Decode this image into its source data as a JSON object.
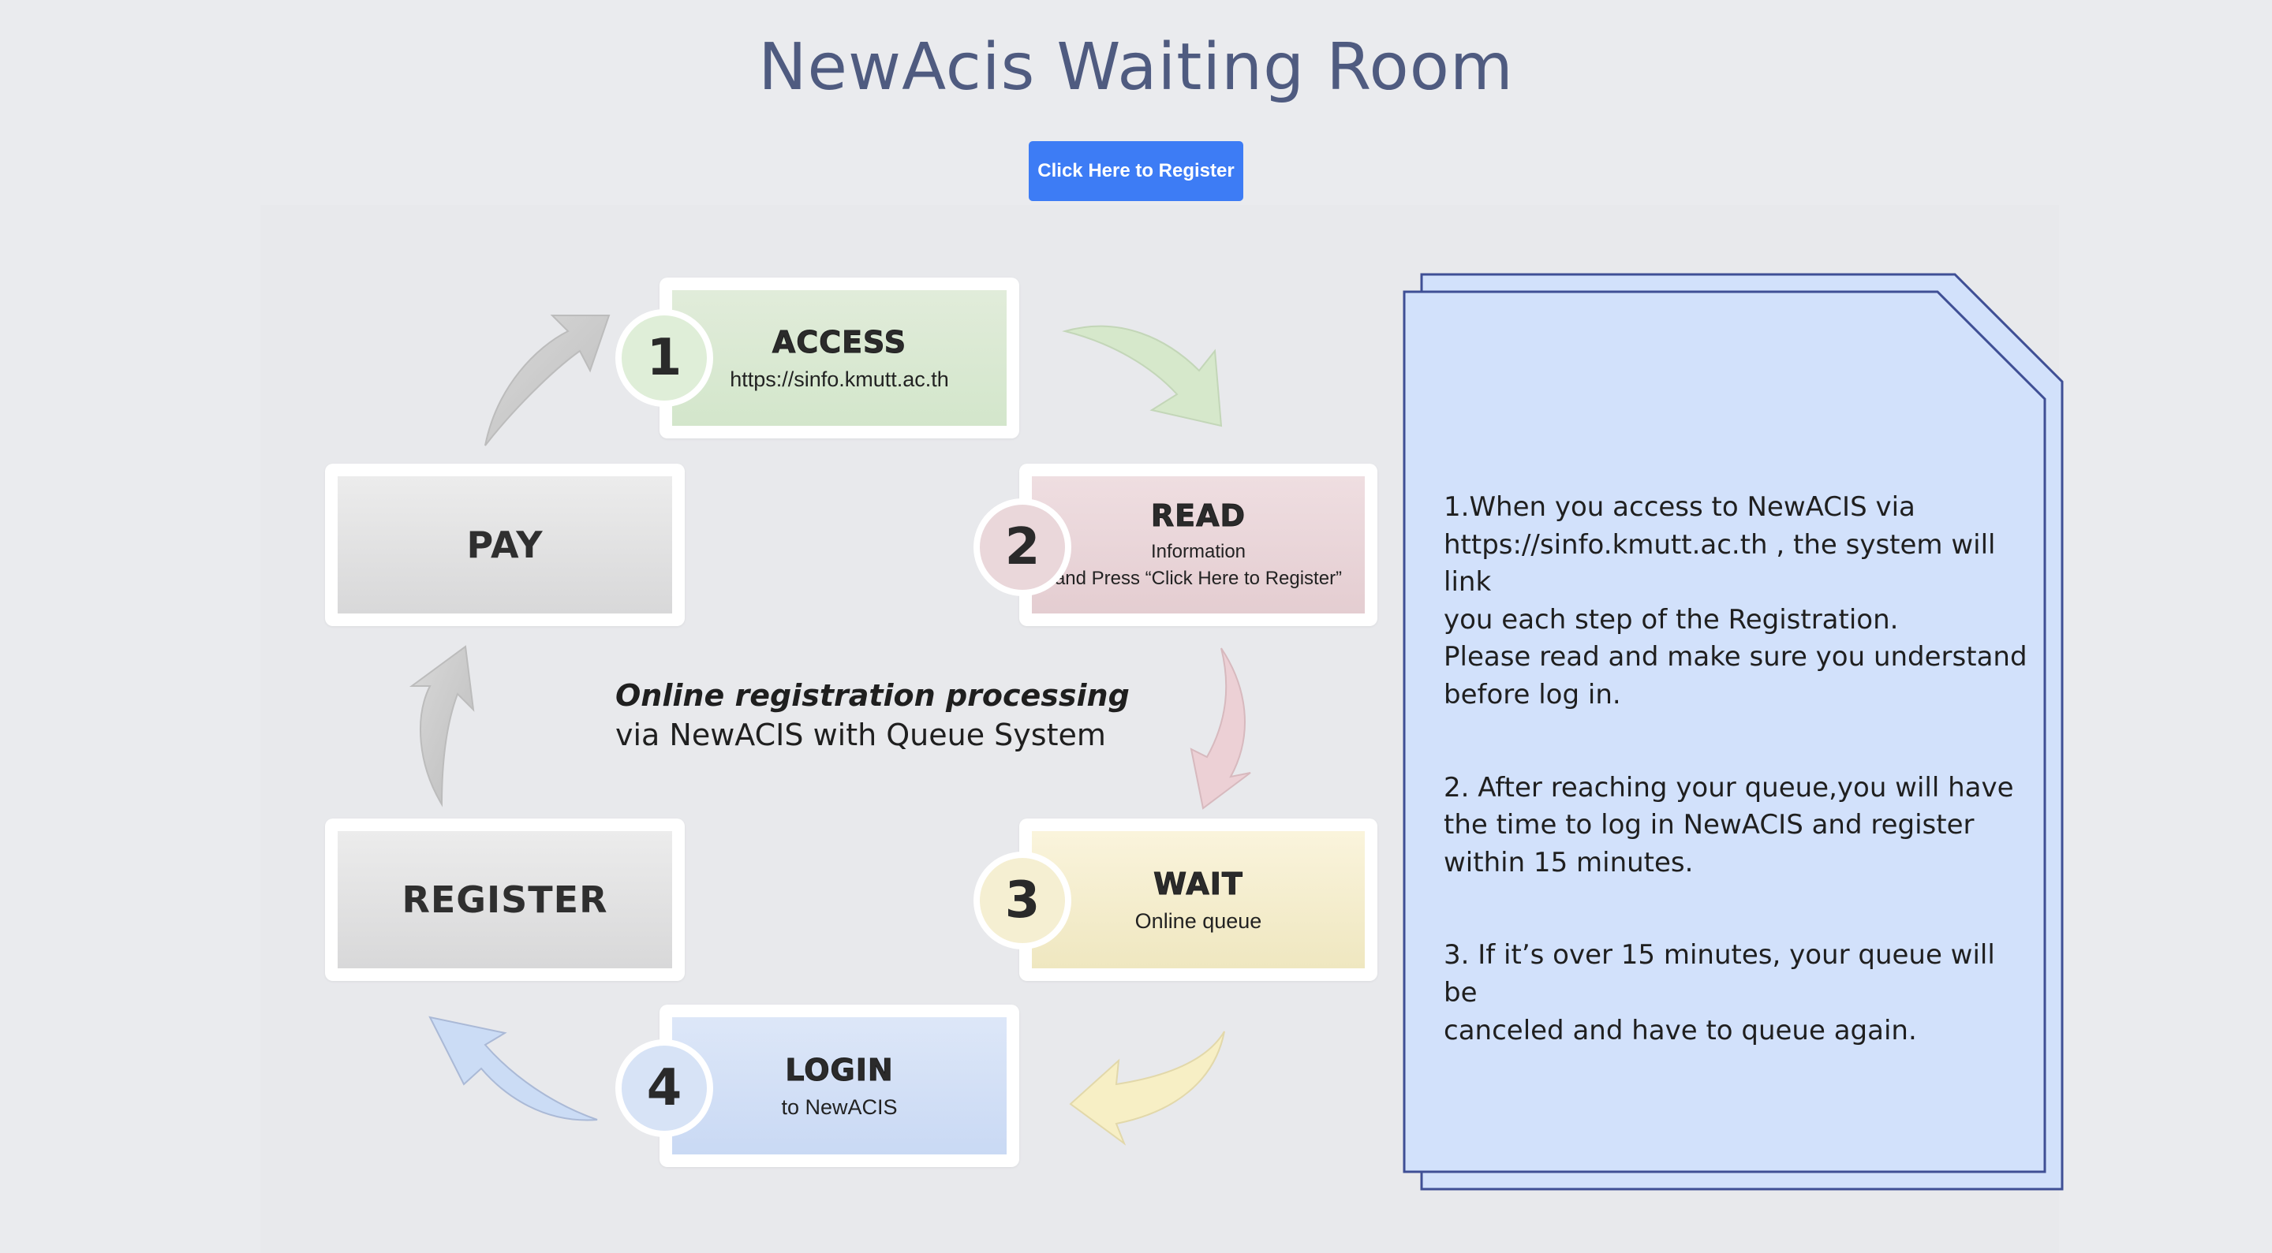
{
  "page": {
    "title": "NewAcis Waiting Room",
    "register_button": "Click Here to Register"
  },
  "steps": [
    {
      "number": "1",
      "title": "ACCESS",
      "sub": "https://sinfo.kmutt.ac.th",
      "color": "#d9e8d1"
    },
    {
      "number": "2",
      "title": "READ",
      "sub": "Information",
      "sub2": "and Press “Click Here to Register”",
      "color": "#e9d5d8"
    },
    {
      "number": "3",
      "title": "WAIT",
      "sub": "Online queue",
      "color": "#f4eecf"
    },
    {
      "number": "4",
      "title": "LOGIN",
      "sub": "to NewACIS",
      "color": "#d4e1f7"
    }
  ],
  "boxes": {
    "pay": "PAY",
    "register": "REGISTER"
  },
  "caption": {
    "line1": "Online registration processing",
    "line2": "via NewACIS with Queue System"
  },
  "notes": [
    {
      "lines": [
        "1.When you access to NewACIS via",
        "https://sinfo.kmutt.ac.th , the system will link",
        "you each step of the Registration.",
        "Please read and make sure you understand",
        "before log in."
      ]
    },
    {
      "lines": [
        "2. After reaching your queue,you will have",
        " the time to log in NewACIS and register",
        "within 15 minutes."
      ]
    },
    {
      "lines": [
        "3. If it’s over 15 minutes, your queue will be",
        "canceled and have to queue again."
      ]
    }
  ],
  "colors": {
    "title": "#4f5b80",
    "button": "#3d7cf5",
    "note_fill": "#d2e1fb",
    "note_border": "#3f4f95"
  }
}
